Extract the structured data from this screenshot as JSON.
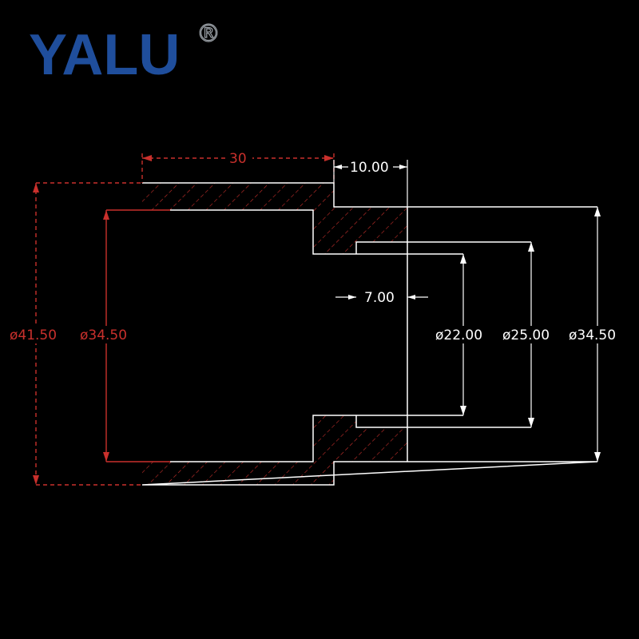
{
  "logo": {
    "brand": "YALU",
    "registered_mark": "®",
    "brand_color": "#1f4e9c"
  },
  "dimensions": {
    "length_total": "30",
    "step_length": "10.00",
    "bore_step_length": "7.00",
    "outer_diameter_large": "ø41.50",
    "inner_diameter_large": "ø34.50",
    "bore_diameter_small": "ø22.00",
    "bore_diameter_mid": "ø25.00",
    "outer_diameter_small": "ø34.50"
  },
  "colors": {
    "section_hatch": "#c9302c",
    "outline": "#ffffff",
    "background": "#000000"
  }
}
